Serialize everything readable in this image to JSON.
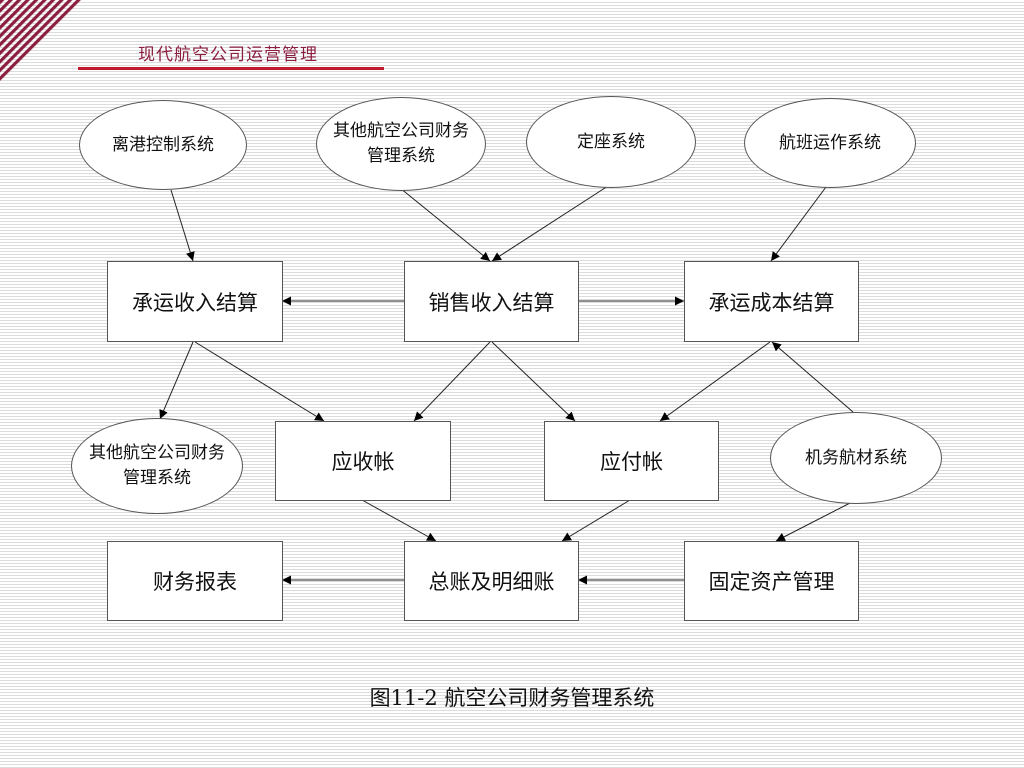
{
  "header": {
    "title": "现代航空公司运营管理"
  },
  "ellipses": {
    "departure_control": "离港控制系统",
    "other_finance_top": "其他航空公司财务管理系统",
    "reservation": "定座系统",
    "flight_ops": "航班运作系统",
    "other_finance_left": "其他航空公司财务管理系统",
    "maintenance_materials": "机务航材系统"
  },
  "boxes": {
    "carriage_revenue": "承运收入结算",
    "sales_revenue": "销售收入结算",
    "carriage_cost": "承运成本结算",
    "receivables": "应收帐",
    "payables": "应付帐",
    "financial_statements": "财务报表",
    "general_ledger": "总账及明细账",
    "fixed_assets": "固定资产管理"
  },
  "caption": "图11-2 航空公司财务管理系统"
}
